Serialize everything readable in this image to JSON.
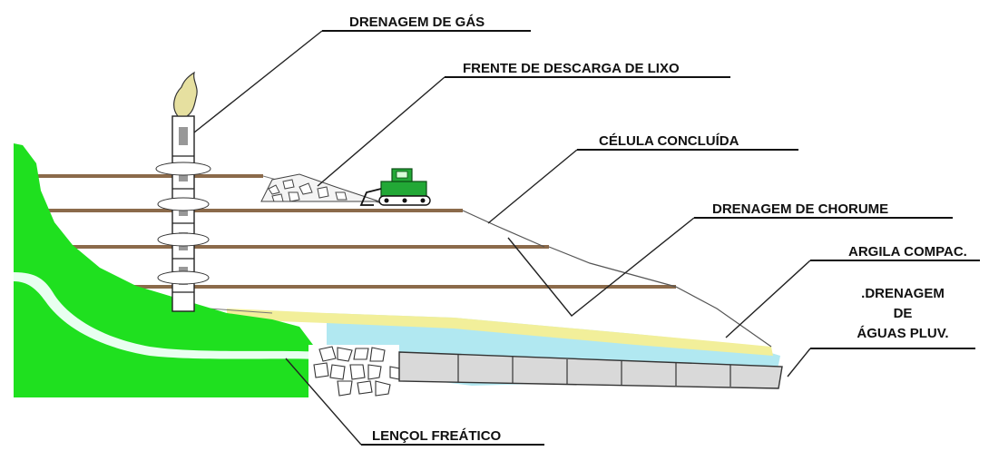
{
  "labels": {
    "gas_drainage": "DRENAGEM DE GÁS",
    "waste_discharge_front": "FRENTE DE DESCARGA DE LIXO",
    "completed_cell": "CÉLULA CONCLUÍDA",
    "leachate_drainage": "DRENAGEM DE CHORUME",
    "compacted_clay": "ARGILA COMPAC.",
    "stormwater_drainage": {
      "line1": ".DRENAGEM",
      "line2": "DE",
      "line3": "ÁGUAS PLUV."
    },
    "water_table": "LENÇOL FREÁTICO"
  },
  "colors": {
    "ground": "#1fe01f",
    "water": "#e8fff0",
    "layers": "#8b6a4a",
    "clay": "#f2ef9a",
    "drain": "#a8e6f0",
    "pipe": "#d9d9d9",
    "bulldozer": "#22a836",
    "flame": "#e6e0a0"
  }
}
